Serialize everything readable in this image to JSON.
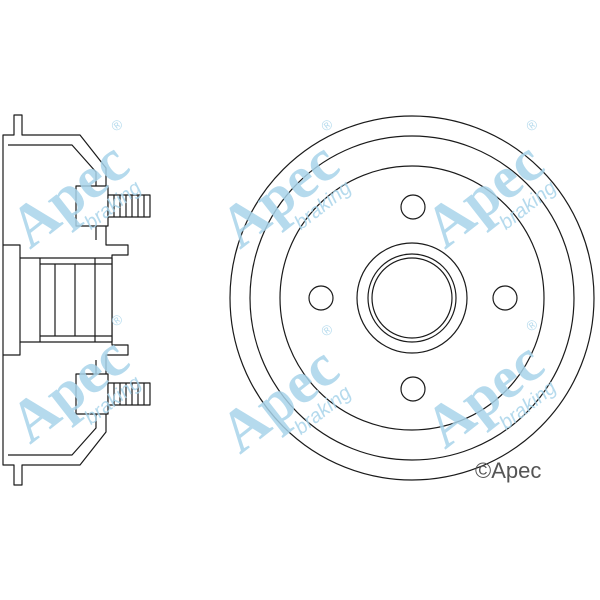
{
  "watermark": {
    "brand": "Apec",
    "tagline": "braking",
    "registered": "®",
    "color": "#a8d4ea"
  },
  "copyright": {
    "text": "©Apec",
    "color": "#555555"
  },
  "drawing": {
    "stroke_color": "#1a1a1a",
    "fill_color": "#ffffff"
  }
}
